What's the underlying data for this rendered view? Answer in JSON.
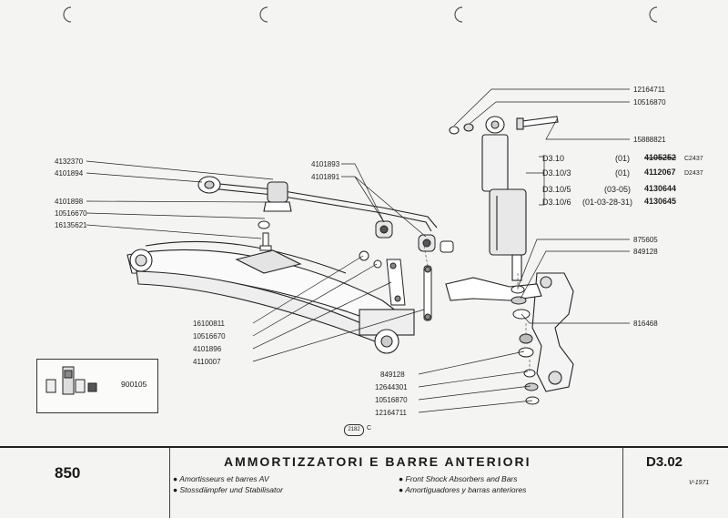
{
  "left_labels": [
    "4132370",
    "4101894",
    "4101898",
    "10516670",
    "16135621",
    "16100811",
    "10516670",
    "4101896",
    "4110007"
  ],
  "mid_labels": [
    "4101893",
    "4101891"
  ],
  "right_top_labels": [
    "12164711",
    "10516870",
    "15888821"
  ],
  "right_mid_labels": [
    "875605",
    "849128",
    "816468"
  ],
  "bottom_labels": [
    "849128",
    "12644301",
    "10516870",
    "12164711"
  ],
  "shock_table": [
    {
      "ref": "D3.10",
      "note": "(01)",
      "part": "4105252",
      "suffix": "C2437"
    },
    {
      "ref": "D3.10/3",
      "note": "(01)",
      "part": "4112067",
      "suffix": "D2437"
    },
    {
      "ref": "D3.10/5",
      "note": "(03-05)",
      "part": "4130644",
      "suffix": ""
    },
    {
      "ref": "D3.10/6",
      "note": "(01-03-28-31)",
      "part": "4130645",
      "suffix": ""
    }
  ],
  "kit_number": "900105",
  "stamp": "2182",
  "stamp_suffix": "C",
  "footer": {
    "model": "850",
    "title": "AMMORTIZZATORI E BARRE ANTERIORI",
    "fr": "Amortisseurs et barres AV",
    "de": "Stossdämpfer und Stabilisator",
    "en": "Front Shock Absorbers and Bars",
    "es": "Amortiguadores y barras anteriores",
    "code": "D3.02",
    "date": "V-1971",
    "bullet": "●"
  }
}
